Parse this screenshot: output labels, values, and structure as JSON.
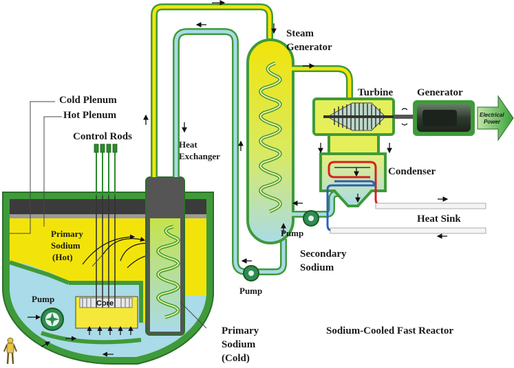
{
  "title": "Sodium-Cooled Fast Reactor",
  "labels": {
    "cold_plenum": "Cold Plenum",
    "hot_plenum": "Hot Plenum",
    "control_rods": "Control Rods",
    "heat_exchanger_1": "Heat",
    "heat_exchanger_2": "Exchanger",
    "steam_generator_1": "Steam",
    "steam_generator_2": "Generator",
    "turbine": "Turbine",
    "generator": "Generator",
    "electrical_power_1": "Electrical",
    "electrical_power_2": "Power",
    "condenser": "Condenser",
    "heat_sink": "Heat Sink",
    "primary_hot_1": "Primary",
    "primary_hot_2": "Sodium",
    "primary_hot_3": "(Hot)",
    "pump_core": "Pump",
    "core": "Core",
    "pump_middle": "Pump",
    "pump_secondary": "Pump",
    "secondary_sodium_1": "Secondary",
    "secondary_sodium_2": "Sodium",
    "primary_cold_1": "Primary",
    "primary_cold_2": "Sodium",
    "primary_cold_3": "(Cold)"
  },
  "colors": {
    "hot_sodium": "#f2e40a",
    "cold_sodium": "#a9dbe8",
    "vessel_green": "#3f9a3a",
    "vessel_dark": "#2b6e29",
    "gas_gray": "#3b3b3b",
    "pipe_hot": "#d62020",
    "pipe_cold": "#2e5fb8",
    "generator_dark": "#2f3a2f"
  },
  "icons": [
    "pump-icon",
    "turbine-blades-icon",
    "generator-icon",
    "electrical-power-arrow-icon",
    "person-scale-icon",
    "flow-arrow-icon"
  ]
}
